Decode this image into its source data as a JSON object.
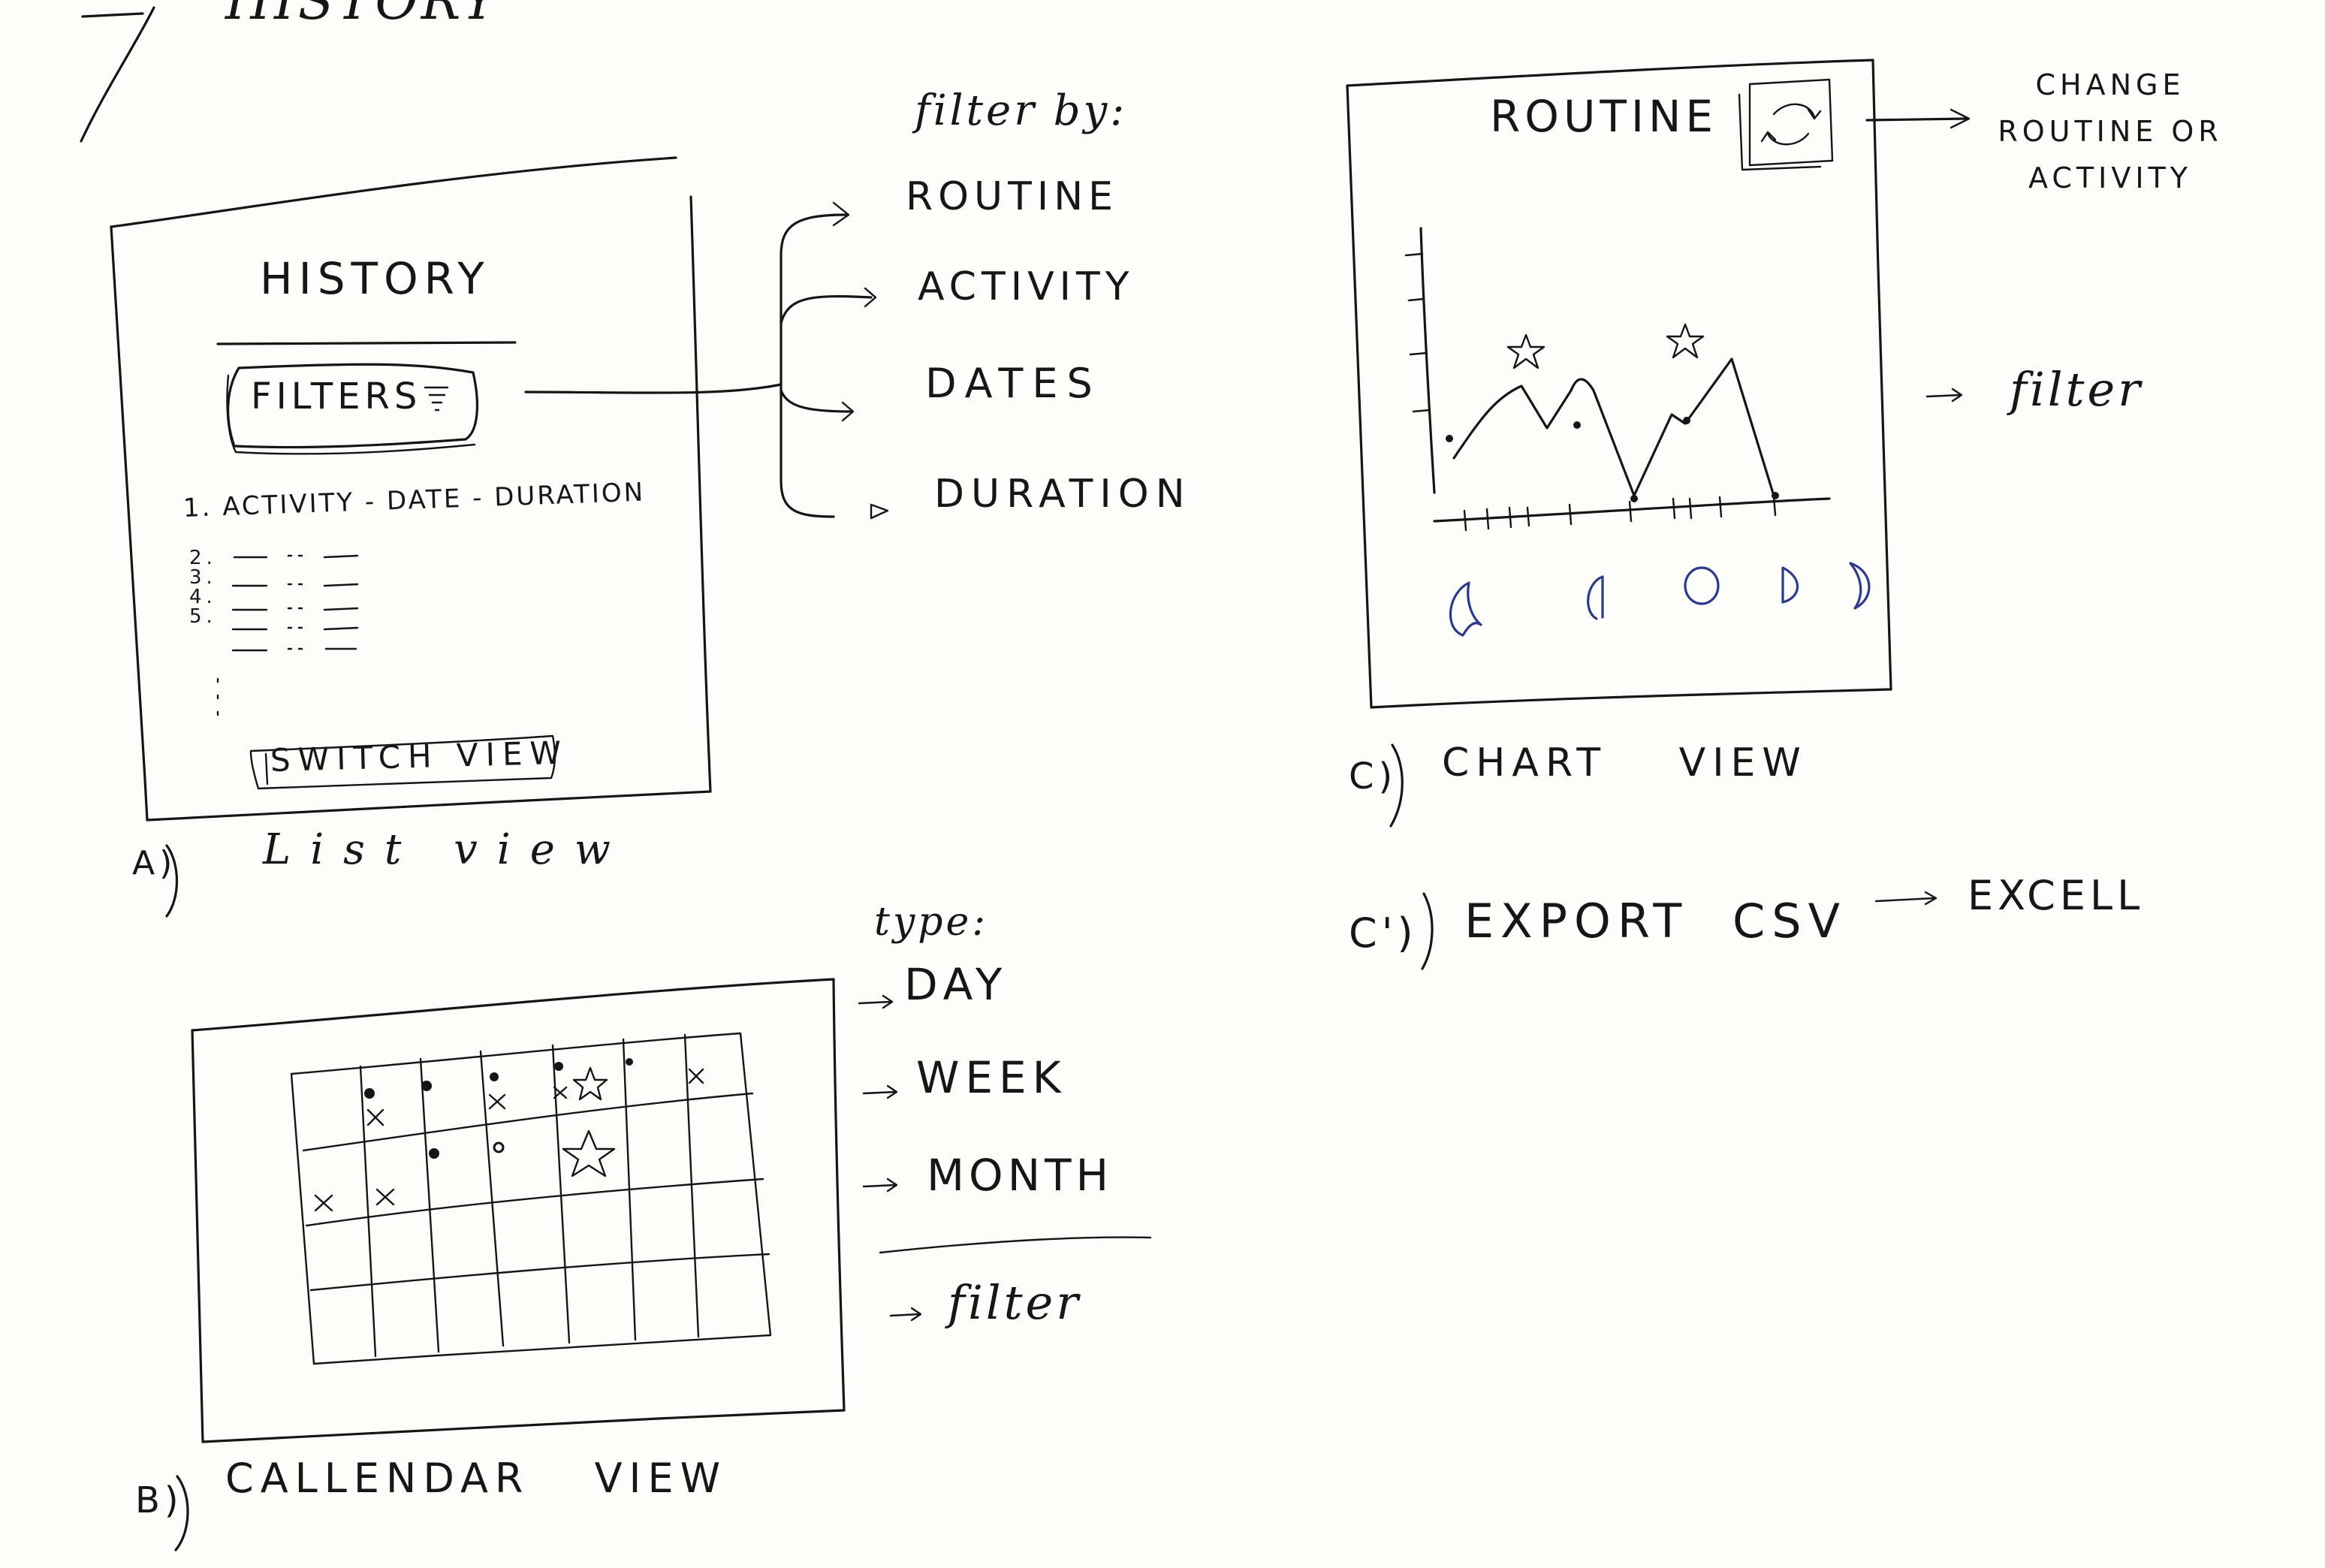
{
  "page_heading": "HISTORY",
  "list_view": {
    "title": "HISTORY",
    "filters_button": "FILTERS",
    "columns": "1. ACTIVITY - DATE - DURATION",
    "row_numbers": [
      "2.",
      "3.",
      "4.",
      "5."
    ],
    "switch_button": "SWITCH VIEW",
    "caption_letter": "A)",
    "caption": "List view"
  },
  "filter_by": {
    "heading": "filter by:",
    "options": [
      "ROUTINE",
      "ACTIVITY",
      "DATES",
      "DURATION"
    ]
  },
  "calendar_view": {
    "caption_letter": "B)",
    "caption": "CALLENDAR VIEW",
    "type_heading": "type:",
    "type_options": [
      "DAY",
      "WEEK",
      "MONTH"
    ],
    "filter_note": "filter"
  },
  "chart_view": {
    "title": "ROUTINE",
    "switch_icon": "swap-icon",
    "change_note": "CHANGE ROUTINE OR ACTIVITY",
    "filter_note": "filter",
    "caption_letter": "C)",
    "caption": "CHART VIEW",
    "moon_icons": [
      "crescent-moon-icon",
      "first-quarter-moon-icon",
      "full-moon-icon",
      "last-quarter-moon-icon",
      "waning-moon-icon"
    ]
  },
  "export": {
    "caption_letter": "C')",
    "caption": "EXPORT CSV",
    "target": "EXCELL"
  }
}
